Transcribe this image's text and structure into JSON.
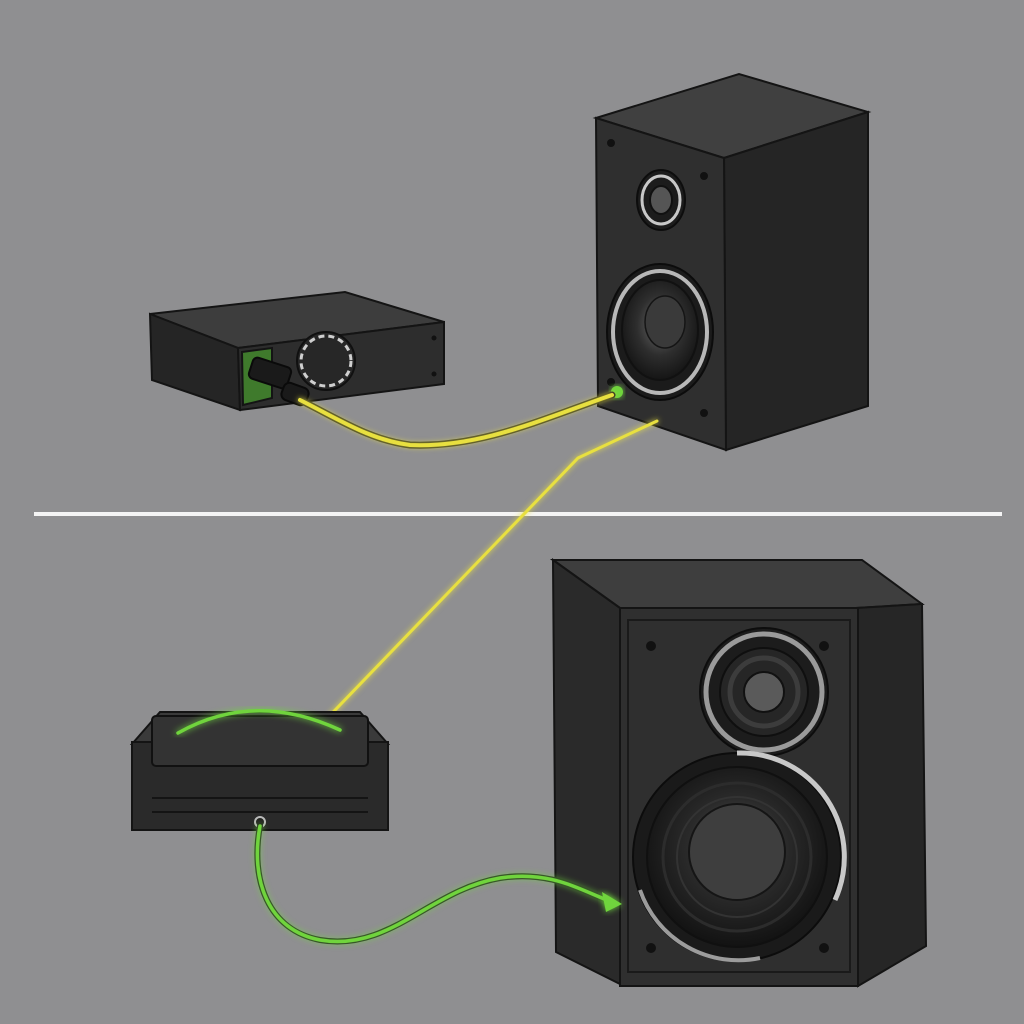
{
  "canvas": {
    "background": "#8f8f91",
    "divider_color": "#f4f4f4"
  },
  "colors": {
    "device_body": "#2b2b2b",
    "device_top": "#3a3a3a",
    "device_side": "#232323",
    "outline": "#141414",
    "cable_yellow": "#e8e040",
    "cable_green": "#6fd43c",
    "port_green": "#3f7a2c",
    "driver_dark": "#1c1c1c",
    "driver_ring": "#bdbdbd"
  },
  "scene": {
    "top_panel": {
      "source_device": {
        "icon": "amplifier-icon",
        "has_dial": true,
        "port": "green-port"
      },
      "speaker": {
        "icon": "bookshelf-speaker-icon",
        "drivers": [
          "tweeter",
          "woofer"
        ]
      },
      "cable": {
        "color": "yellow",
        "from": "source_device",
        "to": "speaker"
      }
    },
    "bottom_panel": {
      "source_device": {
        "icon": "receiver-box-icon",
        "indicator": "green-arc"
      },
      "speaker": {
        "icon": "bookshelf-speaker-icon",
        "drivers": [
          "tweeter",
          "woofer"
        ]
      },
      "cable": {
        "color": "green",
        "from": "source_device",
        "to": "speaker",
        "arrow": true
      }
    },
    "connector_line": {
      "color": "yellow",
      "from": "top-speaker-base",
      "to": "bottom-device-top"
    }
  }
}
